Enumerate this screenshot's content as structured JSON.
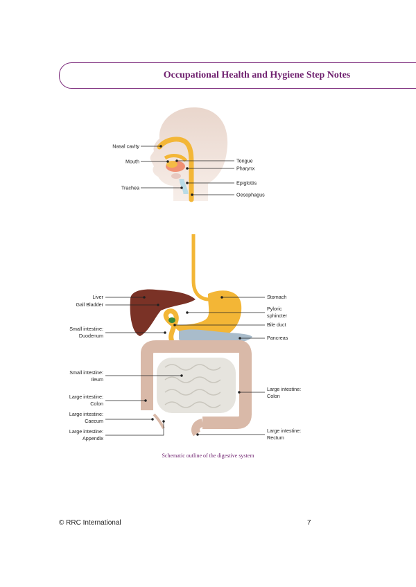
{
  "header": {
    "title": "Occupational Health and Hygiene Step Notes"
  },
  "head_figure": {
    "labels": {
      "nasal_cavity": "Nasal cavity",
      "mouth": "Mouth",
      "trachea": "Trachea",
      "tongue": "Tongue",
      "pharynx": "Pharynx",
      "epiglottis": "Epiglottis",
      "oesophagus": "Oesophagus"
    }
  },
  "digestive_figure": {
    "labels": {
      "liver": "Liver",
      "gall_bladder": "Gall Bladder",
      "small_duodenum_1": "Small intestine:",
      "small_duodenum_2": "Duodenum",
      "small_ileum_1": "Small intestine:",
      "small_ileum_2": "Ileum",
      "large_colon_left_1": "Large intestine:",
      "large_colon_left_2": "Colon",
      "large_caecum_1": "Large intestine:",
      "large_caecum_2": "Caecum",
      "large_appendix_1": "Large intestine:",
      "large_appendix_2": "Appendix",
      "stomach": "Stomach",
      "pyloric_1": "Pyloric",
      "pyloric_2": "sphincter",
      "bile_duct": "Bile duct",
      "pancreas": "Pancreas",
      "large_colon_right_1": "Large intestine:",
      "large_colon_right_2": "Colon",
      "large_rectum_1": "Large intestine:",
      "large_rectum_2": "Rectum"
    },
    "caption": "Schematic outline of the digestive system"
  },
  "footer": {
    "copyright": "© RRC International",
    "page_number": "7"
  }
}
